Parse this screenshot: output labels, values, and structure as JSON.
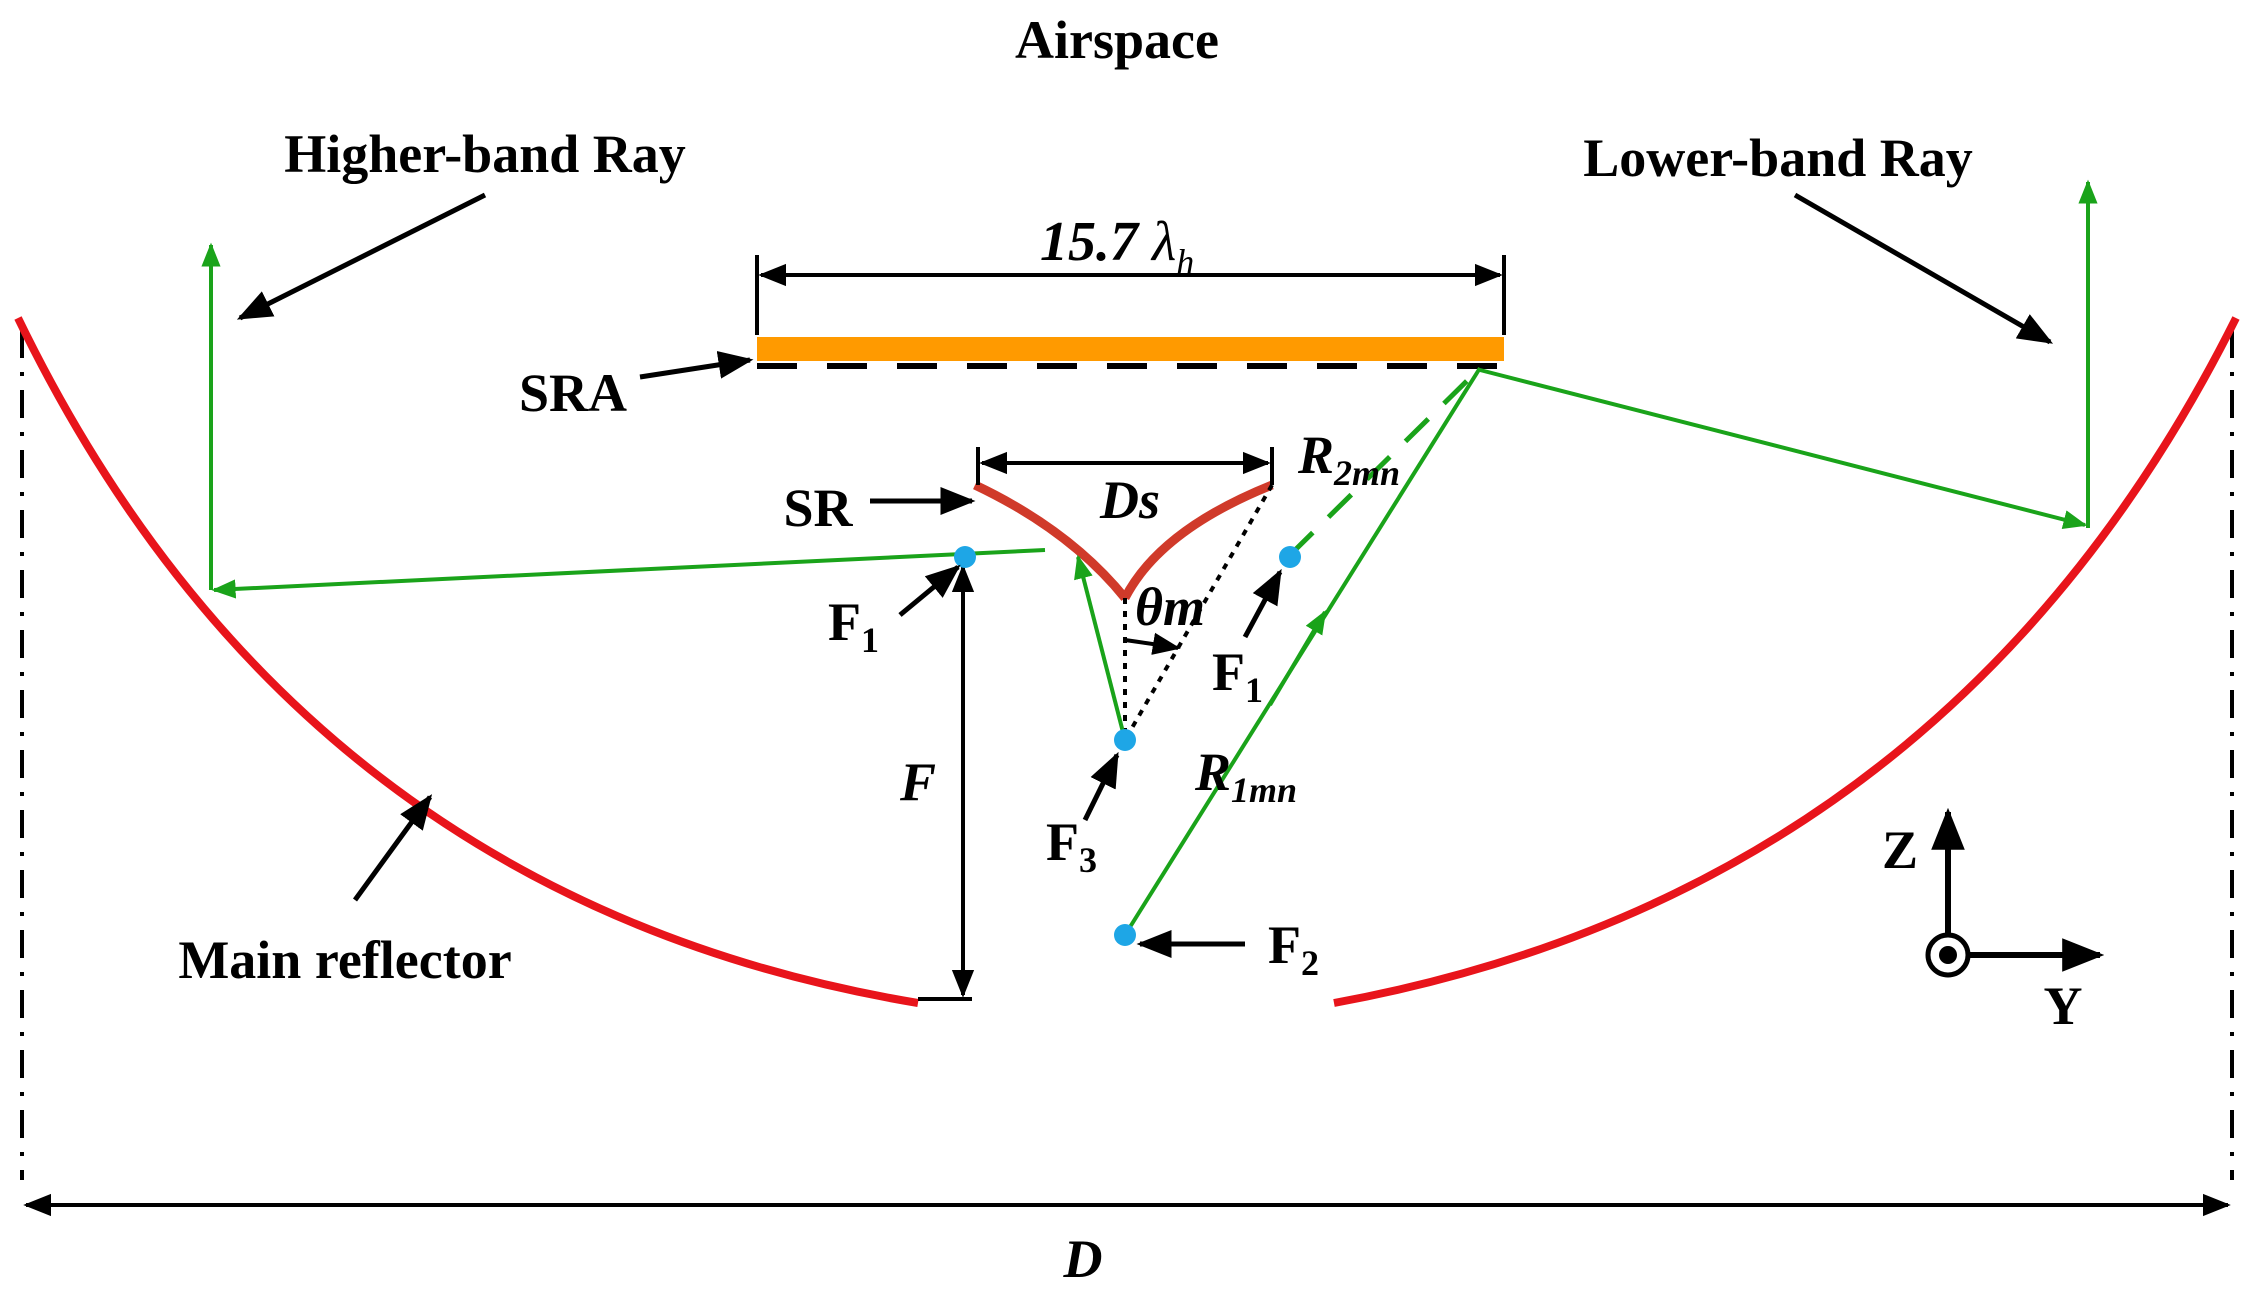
{
  "labels": {
    "airspace": "Airspace",
    "higher_band_ray": "Higher-band Ray",
    "lower_band_ray": "Lower-band Ray",
    "sra": "SRA",
    "sr": "SR",
    "dimension": "15.7",
    "lambda": "λ",
    "lambda_sub": "h",
    "ds": "Ds",
    "r2mn_main": "R",
    "r2mn_sub": "2mn",
    "r1mn_main": "R",
    "r1mn_sub": "1mn",
    "theta_m": "θm",
    "f1_main": "F",
    "f1_sub": "1",
    "f1b_main": "F",
    "f1b_sub": "1",
    "f2_main": "F",
    "f2_sub": "2",
    "f3_main": "F",
    "f3_sub": "3",
    "f": "F",
    "main_reflector": "Main reflector",
    "axis_z": "Z",
    "axis_y": "Y",
    "d": "D"
  },
  "colors": {
    "reflector": "#e8141b",
    "subreflector": "#d03a2a",
    "ray": "#1aa31a",
    "sra": "#ff9a00",
    "focus": "#1ea6e6",
    "ink": "#000000"
  }
}
